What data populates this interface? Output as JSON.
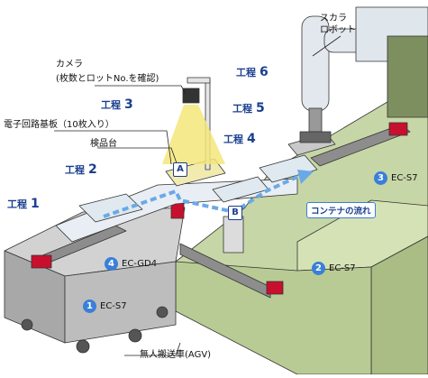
{
  "labels": {
    "scara": "スカラ",
    "robot": "ロボット",
    "camera": "カメラ",
    "camera_note": "(枚数とロットNo.を確認)",
    "board": "電子回路基板（10枚入り）",
    "inspection_table": "検品台",
    "agv": "無人搬送車(AGV)",
    "container_flow": "コンテナの流れ"
  },
  "process_word": "工程",
  "steps": [
    {
      "num": "1"
    },
    {
      "num": "2"
    },
    {
      "num": "3"
    },
    {
      "num": "4"
    },
    {
      "num": "5"
    },
    {
      "num": "6"
    }
  ],
  "markers": {
    "a": "A",
    "b": "B"
  },
  "actuators": [
    {
      "num": "1",
      "model": "EC-S7"
    },
    {
      "num": "2",
      "model": "EC-S7"
    },
    {
      "num": "3",
      "model": "EC-S7"
    },
    {
      "num": "4",
      "model": "EC-GD4"
    }
  ],
  "colors": {
    "accent": "#1a3f8f",
    "badge": "#3a7fd8",
    "platform": "#c7d6a6",
    "agv_body": "#b9b9b9",
    "light": "#f3e67a"
  }
}
